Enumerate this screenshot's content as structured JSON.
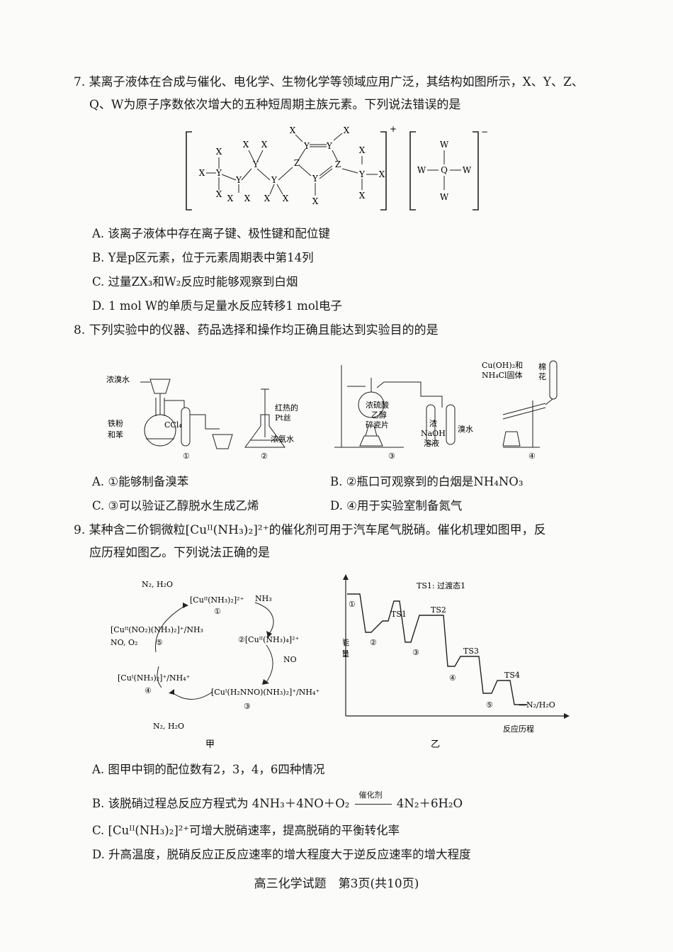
{
  "q7": {
    "stem_line1": "7. 某离子液体在合成与催化、电化学、生物化学等领域应用广泛，其结构如图所示，X、Y、Z、",
    "stem_line2": "Q、W为原子序数依次增大的五种短周期主族元素。下列说法错误的是",
    "options": {
      "A": "A. 该离子液体中存在离子键、极性键和配位键",
      "B": "B. Y是p区元素，位于元素周期表中第14列",
      "C": "C. 过量ZX₃和W₂反应时能够观察到白烟",
      "D": "D. 1 mol W的单质与足量水反应转移1 mol电子"
    },
    "structure": {
      "atom_x": "X",
      "atom_y": "Y",
      "atom_z": "Z",
      "atom_q": "Q",
      "atom_w": "W",
      "cation_charge": "+",
      "anion_charge": "−"
    }
  },
  "q8": {
    "stem": "8. 下列实验中的仪器、药品选择和操作均正确且能达到实验目的的是",
    "labels": {
      "l1": "浓溴水",
      "l2": "铁粉",
      "l3": "和苯",
      "l4": "CCl₄",
      "l5": "红热的",
      "l6": "Pt丝",
      "l7": "浓氨水",
      "l8": "浓硫酸",
      "l9": "乙醇",
      "l10": "碎瓷片",
      "l11": "浓",
      "l12": "NaOH",
      "l13": "溶液",
      "l14": "溴水",
      "l15": "Cu(OH)₂和",
      "l16": "NH₄Cl固体",
      "l17": "棉",
      "l18": "花",
      "n1": "①",
      "n2": "②",
      "n3": "③",
      "n4": "④"
    },
    "options": {
      "A": "A. ①能够制备溴苯",
      "B": "B. ②瓶口可观察到的白烟是NH₄NO₃",
      "C": "C. ③可以验证乙醇脱水生成乙烯",
      "D": "D. ④用于实验室制备氮气"
    }
  },
  "q9": {
    "stem_line1": "9. 某种含二价铜微粒[Cuᴵᴵ(NH₃)₂]²⁺的催化剂可用于汽车尾气脱硝。催化机理如图甲，反",
    "stem_line2": "应历程如图乙。下列说法正确的是",
    "cycle": {
      "n2h2o_top": "N₂, H₂O",
      "s1": "[Cuᴵᴵ(NH₃)₂]²⁺",
      "nh3": "NH₃",
      "c1": "①",
      "s2": "②[Cuᴵᴵ(NH₃)₄]²⁺",
      "no": "NO",
      "s3": "[Cuᴵ(H₂NNO)(NH₃)₂]⁺/NH₄⁺",
      "c3": "③",
      "s4": "[Cuᴵ(NH₃)₂]⁺/NH₄⁺",
      "c4": "④",
      "s5": "[Cuᴵᴵ(NO₂)(NH₃)₂]⁺/NH₃",
      "s5b": "NO, O₂",
      "c5": "⑤",
      "n2h2o_bottom": "N₂, H₂O",
      "caption": "甲"
    },
    "profile": {
      "legend": "TS1: 过渡态1",
      "ylabel_1": "能",
      "ylabel_2": "量",
      "xlabel": "反应历程",
      "ts": [
        "TS1",
        "TS2",
        "TS3",
        "TS4"
      ],
      "states": [
        "①",
        "②",
        "③",
        "④",
        "⑤"
      ],
      "product": "—N₂/H₂O",
      "caption": "乙"
    },
    "options": {
      "A": "A. 图甲中铜的配位数有2，3，4，6四种情况",
      "B_pre": "B. 该脱硝过程总反应方程式为 4NH₃＋4NO＋O₂",
      "B_cat": "催化剂",
      "B_post": "4N₂＋6H₂O",
      "C": "C. [Cuᴵᴵ(NH₃)₂]²⁺可增大脱硝速率，提高脱硝的平衡转化率",
      "D": "D. 升高温度，脱硝反应正反应速率的增大程度大于逆反应速率的增大程度"
    }
  },
  "footer": "高三化学试题　第3页(共10页)"
}
